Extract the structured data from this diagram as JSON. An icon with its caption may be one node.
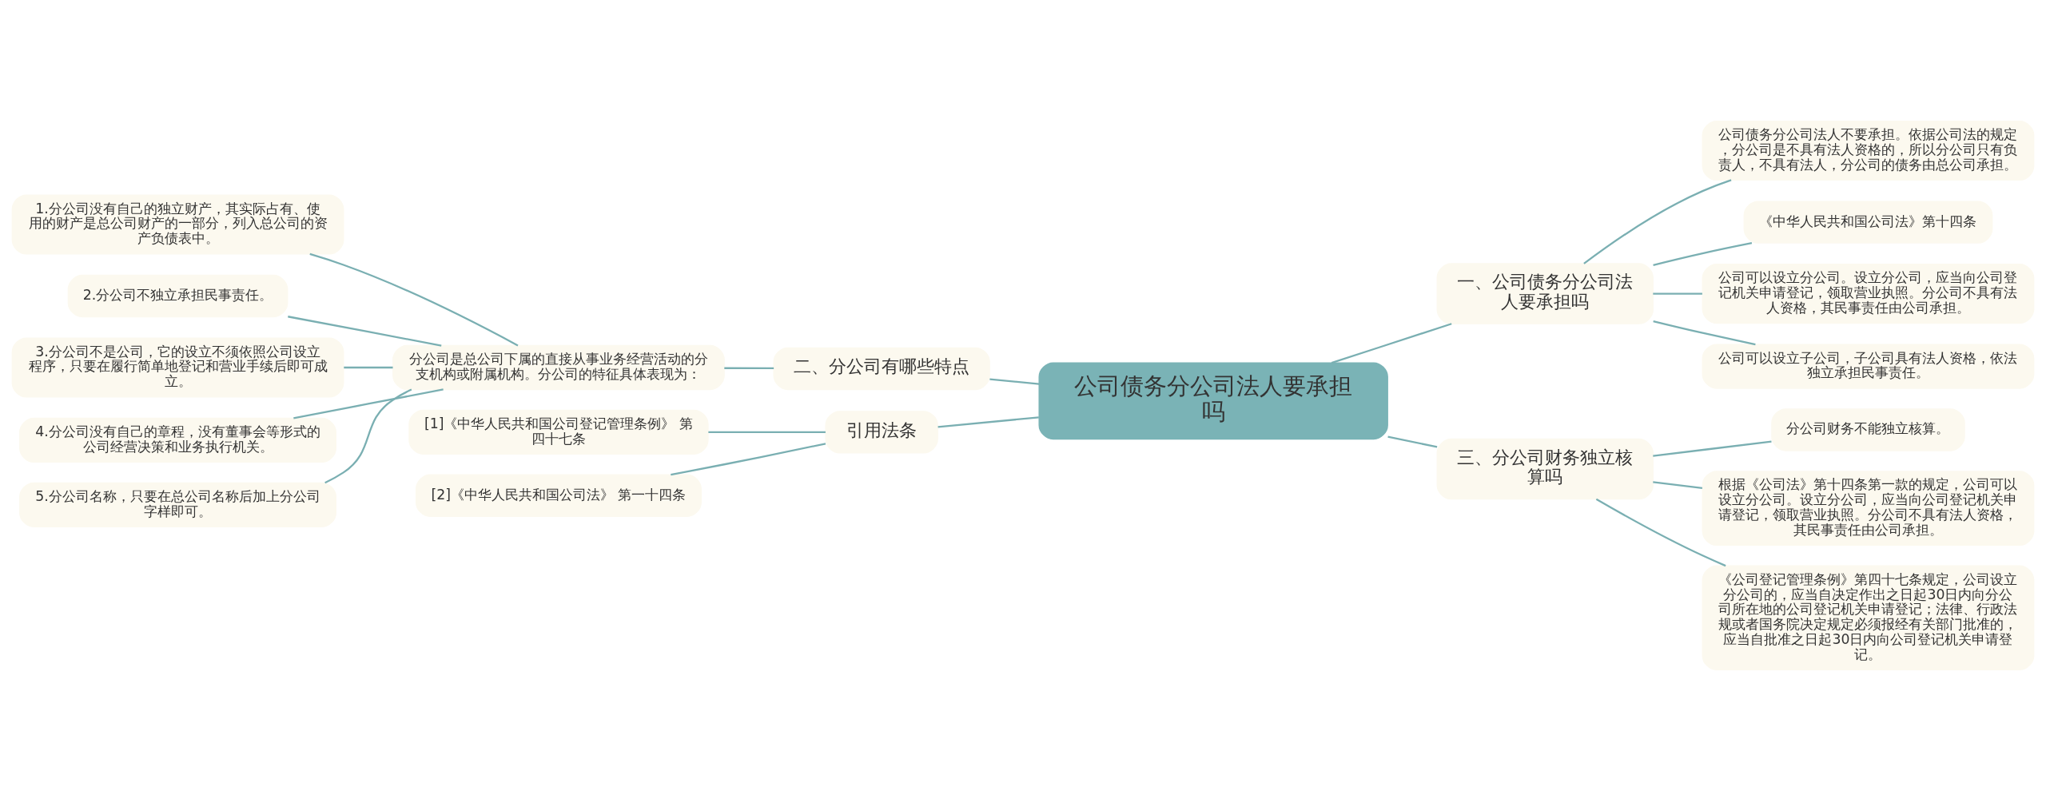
{
  "diagram": {
    "nodes": [
      {
        "text": [
          "公司债务分公司法人要承担吗"
        ]
      },
      {
        "text": [
          "一、公司债务分公司法人要承担吗"
        ]
      },
      {
        "text": [
          "公司债务分公司法人不要承担。依据公司法的规定，分公司是不具有法人资格的，所以分公司只有负责人，不具有法人，分公司的债务由总公司承担。"
        ]
      },
      {
        "text": [
          "《中华人民共和国公司法》第十四条"
        ]
      },
      {
        "text": [
          "公司可以设立分公司。设立分公司，应当向公司登记机关申请登记，领取营业执照。分公司不具有法人资格，其民事责任由公司承担。"
        ]
      },
      {
        "text": [
          "公司可以设立子公司，子公司具有法人资格，依法独立承担民事责任。"
        ]
      },
      {
        "text": [
          "二、分公司有哪些特点"
        ]
      },
      {
        "text": [
          "分公司是总公司下属的直接从事业务经营活动的分支机构或附属机构。分公司的特征具体表现为："
        ]
      },
      {
        "text": [
          "1.分公司没有自己的独立财产，其实际占有、使用的财产是总公司财产的一部分，列入总公司的资产负债表中。"
        ]
      },
      {
        "text": [
          "2.分公司不独立承担民事责任。"
        ]
      },
      {
        "text": [
          "3.分公司不是公司，它的设立不须依照公司设立程序，只要在履行简单地登记和营业手续后即可成立。"
        ]
      },
      {
        "text": [
          "4.分公司没有自己的章程，没有董事会等形式的公司经营决策和业务执行机关。"
        ]
      },
      {
        "text": [
          "5.分公司名称，只要在总公司名称后加上分公司字样即可。"
        ]
      },
      {
        "text": [
          "三、分公司财务独立核算吗"
        ]
      },
      {
        "text": [
          "分公司财务不能独立核算。"
        ]
      },
      {
        "text": [
          "根据《公司法》第十四条第一款的规定，公司可以设立分公司。设立分公司，应当向公司登记机关申请登记，领取营业执照。分公司不具有法人资格，其民事责任由公司承担。"
        ]
      },
      {
        "text": [
          "《公司登记管理条例》第四十七条规定，公司设立分公司的，应当自决定作出之日起30日内向分公司所在地的公司登记机关申请登记；法律、行政法规或者国务院决定规定必须报经有关部门批准的，应当自批准之日起30日内向公司登记机关申请登记。"
        ]
      },
      {
        "text": [
          "引用法条"
        ]
      },
      {
        "text": [
          "[1]《中华人民共和国公司登记管理条例》 第四十七条"
        ]
      },
      {
        "text": [
          "[2]《中华人民共和国公司法》 第一十四条"
        ]
      }
    ],
    "edges": [
      {
        "from": 0,
        "to": 1,
        "arrow": "none"
      },
      {
        "from": 1,
        "to": 2,
        "arrow": "none"
      },
      {
        "from": 1,
        "to": 3,
        "arrow": "none"
      },
      {
        "from": 1,
        "to": 4,
        "arrow": "none"
      },
      {
        "from": 1,
        "to": 5,
        "arrow": "none"
      },
      {
        "from": 0,
        "to": 6,
        "arrow": "none"
      },
      {
        "from": 6,
        "to": 7,
        "arrow": "none"
      },
      {
        "from": 7,
        "to": 8,
        "arrow": "none"
      },
      {
        "from": 7,
        "to": 9,
        "arrow": "none"
      },
      {
        "from": 7,
        "to": 10,
        "arrow": "none"
      },
      {
        "from": 7,
        "to": 11,
        "arrow": "none"
      },
      {
        "from": 7,
        "to": 12,
        "arrow": "none"
      },
      {
        "from": 0,
        "to": 13,
        "arrow": "none"
      },
      {
        "from": 13,
        "to": 14,
        "arrow": "none"
      },
      {
        "from": 13,
        "to": 15,
        "arrow": "none"
      },
      {
        "from": 13,
        "to": 16,
        "arrow": "none"
      },
      {
        "from": 0,
        "to": 17,
        "arrow": "none"
      },
      {
        "from": 17,
        "to": 18,
        "arrow": "none"
      },
      {
        "from": 17,
        "to": 19,
        "arrow": "none"
      }
    ]
  }
}
